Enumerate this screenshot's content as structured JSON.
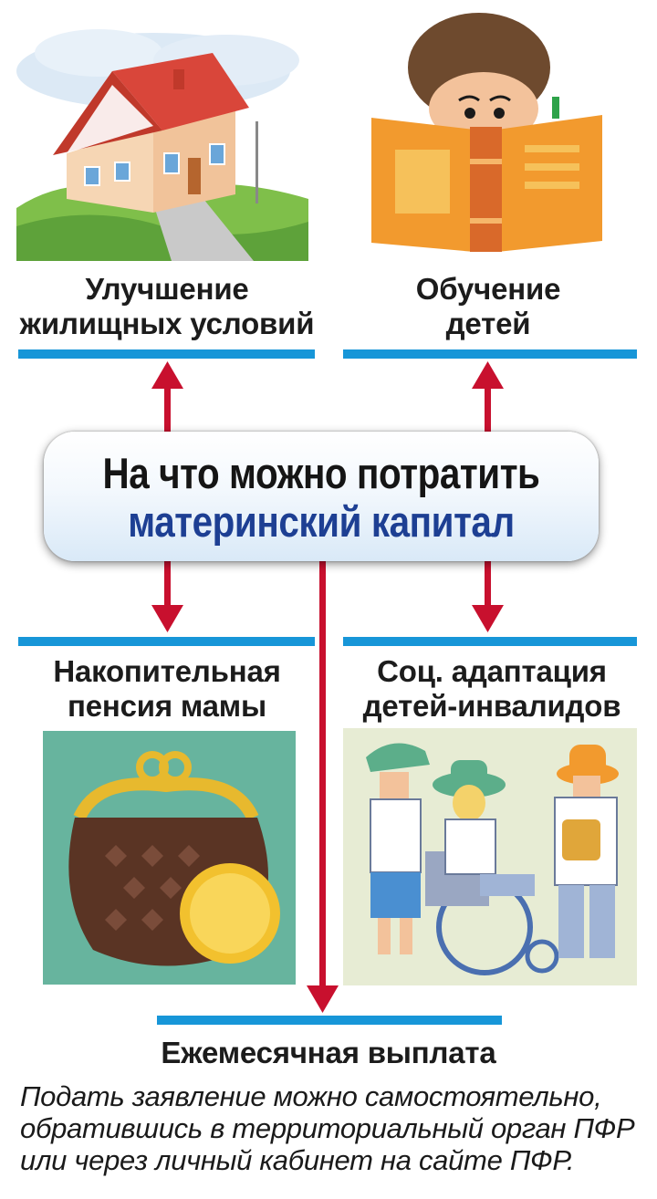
{
  "center": {
    "line1": "На что можно потратить",
    "line2": "материнский капитал"
  },
  "options": {
    "housing": [
      "Улучшение",
      "жилищных условий"
    ],
    "education": [
      "Обучение",
      "детей"
    ],
    "pension": [
      "Накопительная",
      "пенсия мамы"
    ],
    "adaptation": [
      "Соц. адаптация",
      "детей-инвалидов"
    ],
    "monthly": "Ежемесячная выплата"
  },
  "note": [
    "Подать заявление можно самостоятельно,",
    "обратившись в территориальный орган ПФР",
    "или через личный кабинет на сайте ПФР."
  ],
  "colors": {
    "bar": "#1796d8",
    "arrow": "#c8102e",
    "title_blue": "#1d3f93"
  },
  "icons": [
    "house-illustration",
    "book-reader-illustration",
    "purse-coin-illustration",
    "wheelchair-people-illustration"
  ]
}
